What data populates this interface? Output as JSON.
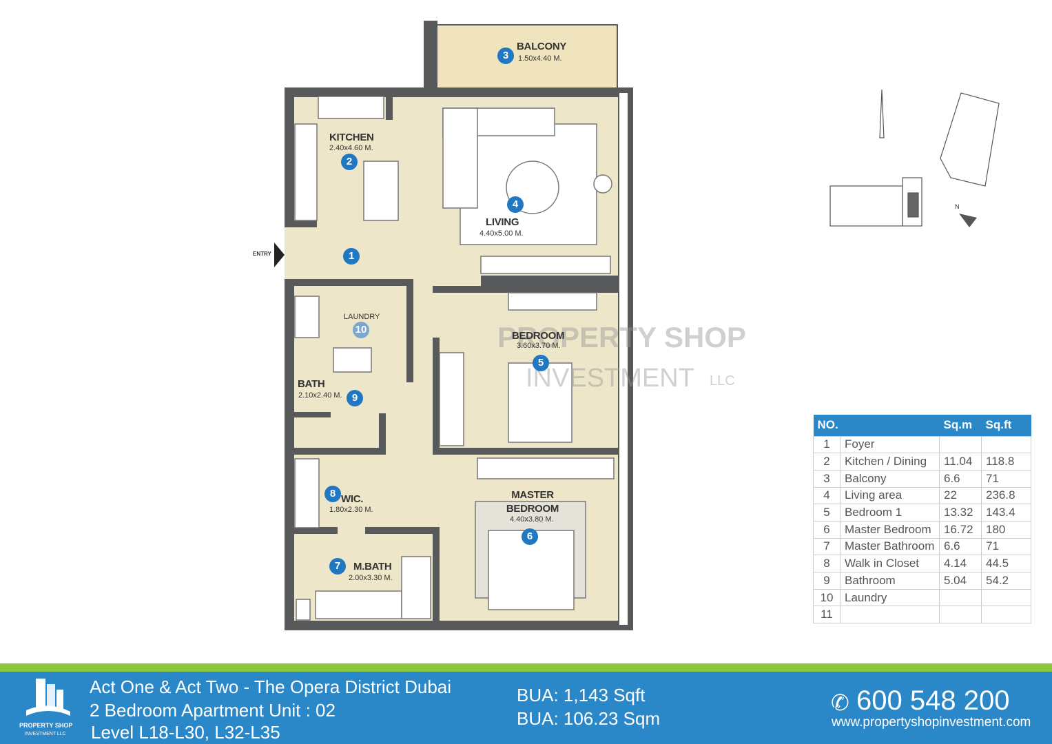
{
  "plan": {
    "entry": "ENTRY",
    "rooms": [
      {
        "no": "1"
      },
      {
        "no": "2",
        "name": "KITCHEN",
        "dims": "2.40x4.60 M."
      },
      {
        "no": "3",
        "name": "BALCONY",
        "dims": "1.50x4.40 M."
      },
      {
        "no": "4",
        "name": "LIVING",
        "dims": "4.40x5.00 M."
      },
      {
        "no": "5",
        "name": "BEDROOM",
        "dims": "3.60x3.70 M."
      },
      {
        "no": "6",
        "name": "MASTER BEDROOM",
        "dims": "4.40x3.80 M."
      },
      {
        "no": "7",
        "name": "M.BATH",
        "dims": "2.00x3.30 M."
      },
      {
        "no": "8",
        "name": "WIC.",
        "dims": "1.80x2.30 M."
      },
      {
        "no": "9",
        "name": "BATH",
        "dims": "2.10x2.40 M."
      },
      {
        "no": "10",
        "name": "LAUNDRY"
      }
    ],
    "north": "N"
  },
  "watermark": {
    "line1": "PROPERTY SHOP",
    "line2": "INVESTMENT",
    "llc": "LLC"
  },
  "area_table": {
    "headers": [
      "NO.",
      "",
      "Sq.m",
      "Sq.ft"
    ],
    "rows": [
      [
        "1",
        "Foyer",
        "",
        ""
      ],
      [
        "2",
        "Kitchen / Dining",
        "11.04",
        "118.8"
      ],
      [
        "3",
        "Balcony",
        "6.6",
        "71"
      ],
      [
        "4",
        "Living area",
        "22",
        "236.8"
      ],
      [
        "5",
        "Bedroom 1",
        "13.32",
        "143.4"
      ],
      [
        "6",
        "Master Bedroom",
        "16.72",
        "180"
      ],
      [
        "7",
        "Master Bathroom",
        "6.6",
        "71"
      ],
      [
        "8",
        "Walk in Closet",
        "4.14",
        "44.5"
      ],
      [
        "9",
        "Bathroom",
        "5.04",
        "54.2"
      ],
      [
        "10",
        "Laundry",
        "",
        ""
      ],
      [
        "11",
        "",
        "",
        ""
      ]
    ]
  },
  "footer": {
    "logo_line1": "PROPERTY SHOP",
    "logo_line2": "INVESTMENT LLC",
    "project": "Act One & Act Two - The Opera District Dubai",
    "unit": "2 Bedroom Apartment Unit : 02",
    "level": "Level  L18-L30, L32-L35",
    "bua_sqft": "BUA: 1,143 Sqft",
    "bua_sqm": "BUA: 106.23 Sqm",
    "phone": "600 548 200",
    "website": "www.propertyshopinvestment.com",
    "colors": {
      "blue": "#2a87c8",
      "green": "#8dc63f"
    }
  }
}
